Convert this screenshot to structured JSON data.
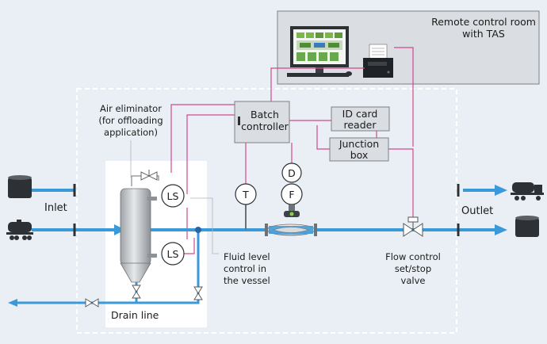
{
  "colors": {
    "background": "#e9eff5",
    "pipe": "#3a9ad9",
    "signal_line": "#d04a8c",
    "box_fill": "#e1e4e8",
    "box_stroke": "#7b8187",
    "white_area": "#ffffff"
  },
  "remote_room": {
    "line1": "Remote control room",
    "line2": "with TAS"
  },
  "batch_controller": {
    "line1": "Batch",
    "line2": "controller"
  },
  "id_card_reader": {
    "line1": "ID card",
    "line2": "reader"
  },
  "junction_box": {
    "line1": "Junction",
    "line2": "box"
  },
  "air_eliminator": {
    "line1": "Air eliminator",
    "line2": "(for offloading",
    "line3": "application)"
  },
  "instruments": {
    "ls_top": "LS",
    "ls_bottom": "LS",
    "t": "T",
    "d": "D",
    "f": "F"
  },
  "labels": {
    "inlet": "Inlet",
    "outlet": "Outlet",
    "drain_line": "Drain line",
    "fluid_level": {
      "line1": "Fluid level",
      "line2": "control in",
      "line3": "the vessel"
    },
    "flow_control": {
      "line1": "Flow control",
      "line2": "set/stop",
      "line3": "valve"
    }
  },
  "icons": [
    "storage-tank-icon",
    "rail-tank-car-icon",
    "tank-truck-icon",
    "computer-monitor-icon",
    "printer-icon",
    "valve-icon",
    "flowmeter-icon",
    "vessel-icon"
  ]
}
